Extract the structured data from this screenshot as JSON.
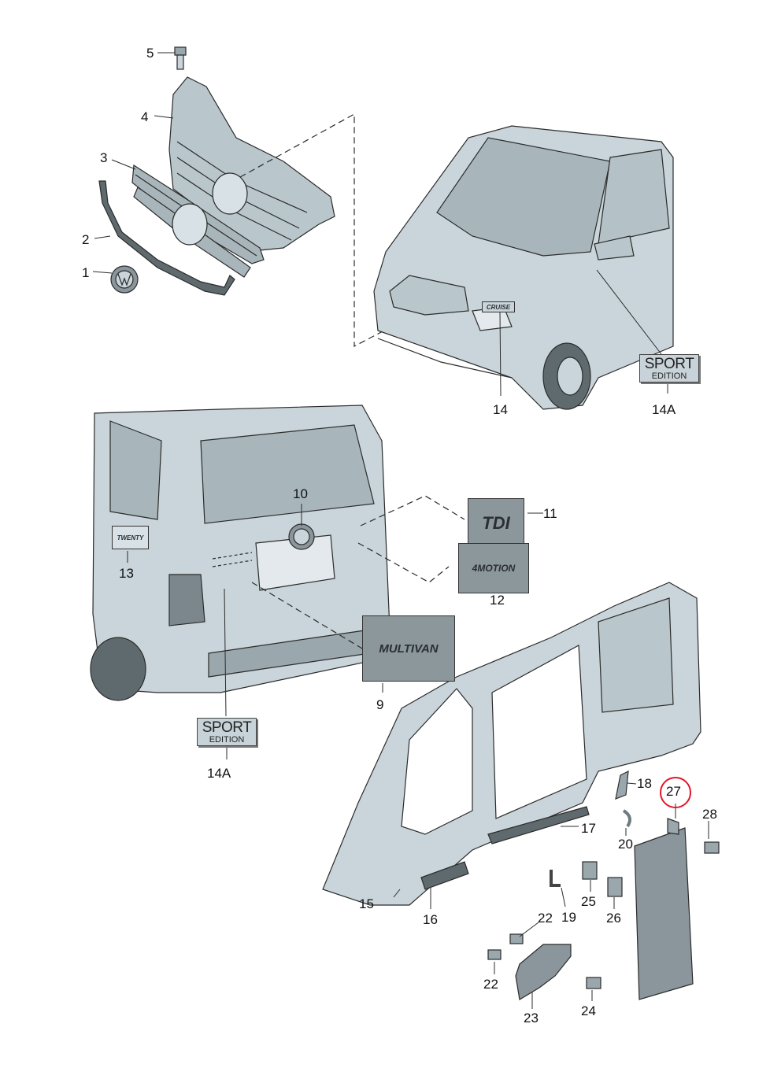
{
  "callouts": {
    "c1": "1",
    "c2": "2",
    "c3": "3",
    "c4": "4",
    "c5": "5",
    "c9": "9",
    "c10": "10",
    "c11": "11",
    "c12": "12",
    "c13": "13",
    "c14": "14",
    "c14a_top": "14A",
    "c14a_bottom": "14A",
    "c15": "15",
    "c16": "16",
    "c17": "17",
    "c18": "18",
    "c19": "19",
    "c20": "20",
    "c22a": "22",
    "c22b": "22",
    "c23": "23",
    "c24": "24",
    "c25": "25",
    "c26": "26",
    "c27": "27",
    "c28": "28"
  },
  "badges": {
    "sport_top": {
      "line1": "SPORT",
      "line2": "EDITION"
    },
    "sport_bottom": {
      "line1": "SPORT",
      "line2": "EDITION"
    }
  },
  "emblems": {
    "tdi": "TDI",
    "fourmotion": "4MOTION",
    "multivan": "MULTIVAN",
    "cruise": "CRUISE",
    "twenty": "TWENTY"
  },
  "highlight": {
    "part": "27",
    "color": "#e0182a"
  },
  "colors": {
    "line": "#2b2b2b",
    "fill": "#c9d5da",
    "shade": "#9aa8ae",
    "dark": "#6f7b80"
  }
}
